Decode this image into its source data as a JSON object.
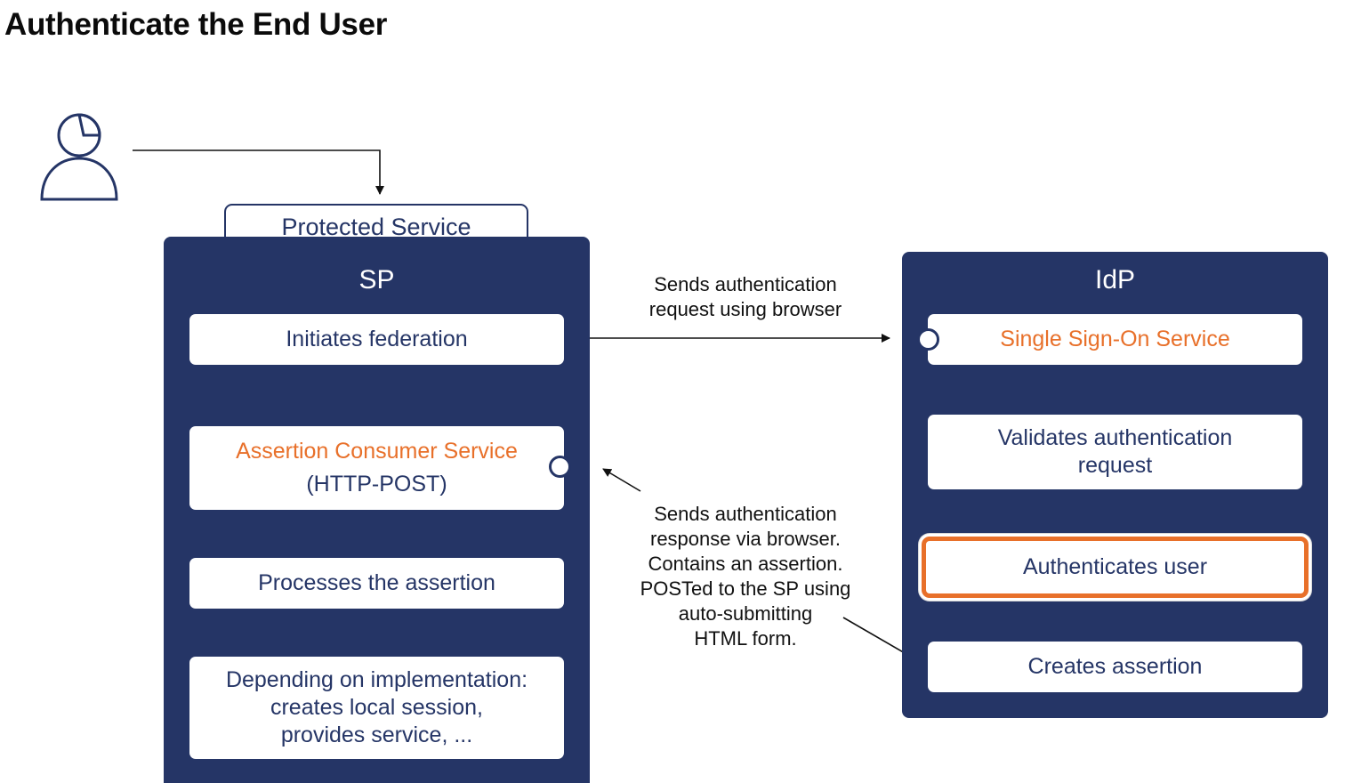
{
  "title": "Authenticate the End User",
  "protected_service": "Protected Service",
  "sp": {
    "label": "SP",
    "boxes": {
      "initiates": "Initiates federation",
      "acs_line1": "Assertion Consumer Service",
      "acs_line2": "(HTTP-POST)",
      "processes": "Processes the assertion",
      "depending_line1": "Depending on implementation:",
      "depending_line2": "creates local session,",
      "depending_line3": "provides service, ..."
    }
  },
  "idp": {
    "label": "IdP",
    "boxes": {
      "sso": "Single Sign-On Service",
      "validates_line1": "Validates authentication",
      "validates_line2": "request",
      "authenticates": "Authenticates user",
      "creates": "Creates assertion"
    }
  },
  "annotations": {
    "request_line1": "Sends authentication",
    "request_line2": "request using browser",
    "response_lines": [
      "Sends authentication",
      "response via browser.",
      "Contains an assertion.",
      "POSTed to the SP using",
      "auto-submitting",
      "HTML form."
    ]
  },
  "colors": {
    "navy": "#253566",
    "orange": "#e8702a",
    "white": "#ffffff",
    "text": "#111111"
  },
  "icons": {
    "user": "user-icon"
  }
}
